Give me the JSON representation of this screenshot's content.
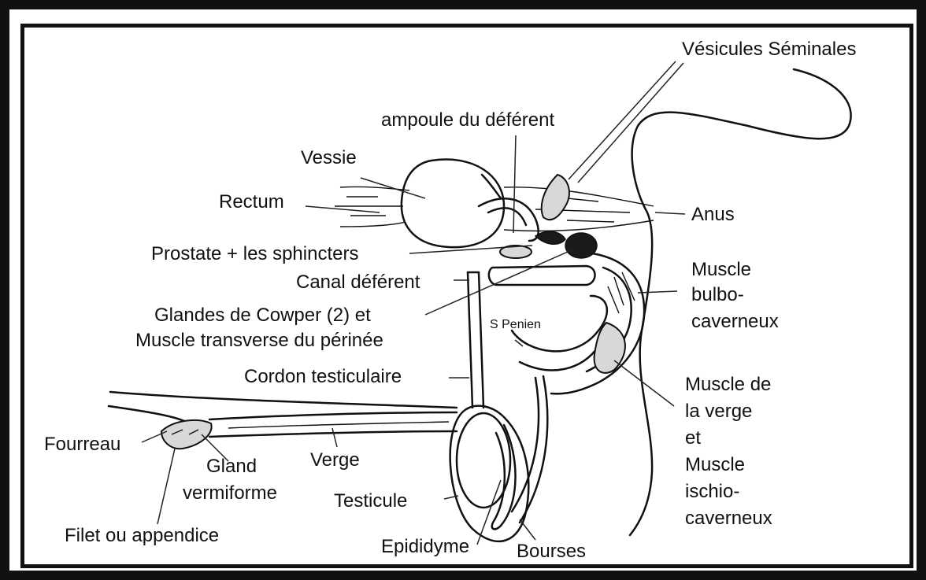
{
  "labels": {
    "vesicules": "Vésicules Séminales",
    "ampoule": "ampoule du déférent",
    "vessie": "Vessie",
    "rectum": "Rectum",
    "anus": "Anus",
    "prostate": "Prostate + les sphincters",
    "canal": "Canal déférent",
    "cowper1": "Glandes de Cowper (2) et",
    "cowper2": "Muscle transverse du périnée",
    "bulbo1": "Muscle",
    "bulbo2": "bulbo-",
    "bulbo3": "caverneux",
    "s_penien": "S  Penien",
    "cordon": "Cordon testiculaire",
    "verge_m1": "Muscle de",
    "verge_m2": "la verge",
    "verge_m3": "et",
    "ischio1": "Muscle",
    "ischio2": "ischio-",
    "ischio3": "caverneux",
    "fourreau": "Fourreau",
    "gland1": "Gland",
    "gland2": "vermiforme",
    "verge": "Verge",
    "testicule": "Testicule",
    "filet": "Filet ou appendice",
    "epididyme": "Epididyme",
    "bourses": "Bourses"
  },
  "colors": {
    "ink": "#111111",
    "frame": "#111111",
    "background": "#ffffff"
  }
}
